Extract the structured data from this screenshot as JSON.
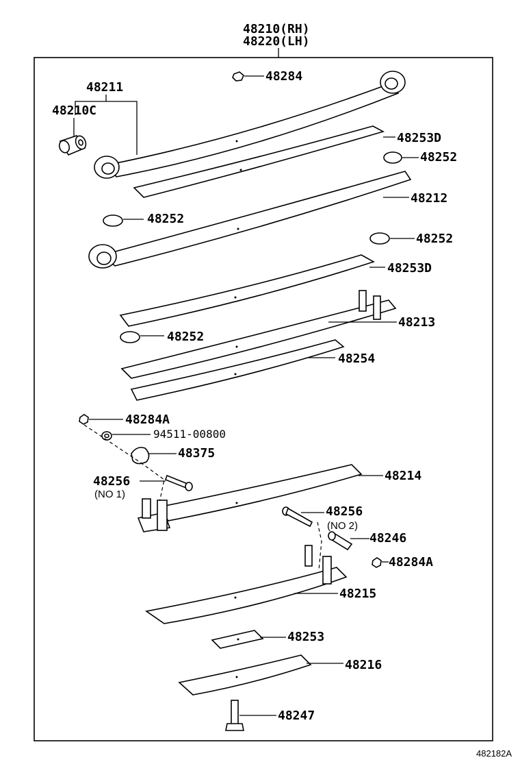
{
  "header": {
    "assembly_rh": "48210(RH)",
    "assembly_lh": "48220(LH)"
  },
  "labels": {
    "p48284": "48284",
    "p48211": "48211",
    "p48210c": "48210C",
    "p48253d_top": "48253D",
    "p48252_a": "48252",
    "p48212": "48212",
    "p48252_b": "48252",
    "p48252_c": "48252",
    "p48253d_mid": "48253D",
    "p48213": "48213",
    "p48252_d": "48252",
    "p48254": "48254",
    "p48284a_top": "48284A",
    "p94511": "94511-00800",
    "p48375": "48375",
    "p48256_a": "48256",
    "p48256_a_note": "(NO 1)",
    "p48214": "48214",
    "p48256_b": "48256",
    "p48256_b_note": "(NO 2)",
    "p48246": "48246",
    "p48284a_bottom": "48284A",
    "p48215": "48215",
    "p48253": "48253",
    "p48216": "48216",
    "p48247": "48247"
  },
  "footer": {
    "reference_code": "482182A"
  }
}
